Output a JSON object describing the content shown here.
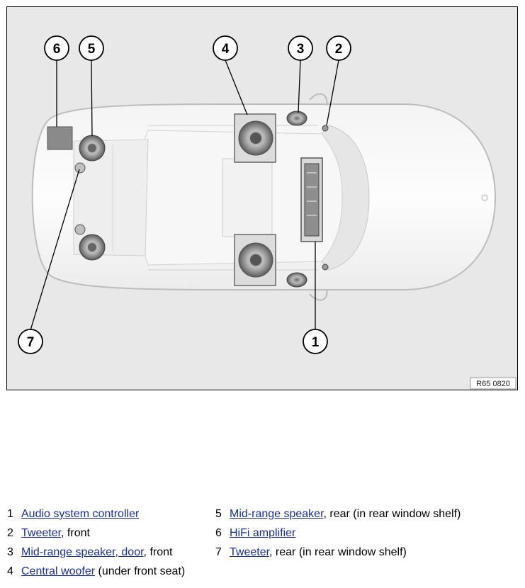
{
  "figure": {
    "reference": "R65 0820",
    "callouts": [
      "1",
      "2",
      "3",
      "4",
      "5",
      "6",
      "7"
    ]
  },
  "legend": [
    {
      "num": "1",
      "link": "Audio system controller",
      "suffix": ""
    },
    {
      "num": "2",
      "link": "Tweeter",
      "suffix": ", front"
    },
    {
      "num": "3",
      "link": "Mid-range speaker, door",
      "suffix": ", front"
    },
    {
      "num": "4",
      "link": "Central woofer",
      "suffix": " (under front seat)"
    },
    {
      "num": "5",
      "link": "Mid-range speaker",
      "suffix": ", rear (in rear window shelf)"
    },
    {
      "num": "6",
      "link": "HiFi amplifier",
      "suffix": ""
    },
    {
      "num": "7",
      "link": "Tweeter",
      "suffix": ", rear (in rear window shelf)"
    }
  ]
}
